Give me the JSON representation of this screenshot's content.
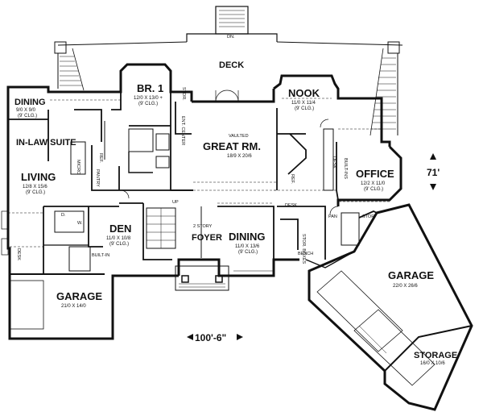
{
  "rooms": {
    "deck": {
      "name": "DECK"
    },
    "dining_inlaw": {
      "name": "DINING",
      "dims": "9/0 X 9/0",
      "clg": "(9' CLG.)"
    },
    "inlaw_suite": {
      "name": "IN-LAW SUITE"
    },
    "living": {
      "name": "LIVING",
      "dims": "12/8 X 15/6",
      "clg": "(9' CLG.)"
    },
    "br1": {
      "name": "BR. 1",
      "dims": "12/0 X 13/0 +",
      "clg": "(9' CLG.)"
    },
    "great_rm": {
      "name": "GREAT RM.",
      "note": "VAULTED",
      "dims": "18/9 X 20/6"
    },
    "nook": {
      "name": "NOOK",
      "dims": "11/0 X 11/4",
      "clg": "(9' CLG.)"
    },
    "office": {
      "name": "OFFICE",
      "dims": "12/2 X 11/0",
      "clg": "(9' CLG.)"
    },
    "den": {
      "name": "DEN",
      "dims": "11/0 X 10/8",
      "clg": "(9' CLG.)"
    },
    "foyer": {
      "name": "FOYER",
      "note": "2 STORY"
    },
    "dining_main": {
      "name": "DINING",
      "dims": "11/0 X 13/6",
      "clg": "(9' CLG.)"
    },
    "garage_small": {
      "name": "GARAGE",
      "dims": "21/0 X 14/0"
    },
    "garage_large": {
      "name": "GARAGE",
      "dims": "22/0 X 26/6"
    },
    "storage": {
      "name": "STORAGE",
      "dims": "16/0 X 10/6"
    }
  },
  "labels": {
    "dn": "DN.",
    "stor": "STOR.",
    "ent_center": "ENT. CENTER",
    "ref1": "REF.",
    "ref2": "REF.",
    "pantry": "PANTRY",
    "micro": "MICRO",
    "up": "UP",
    "desk1": "DESK",
    "desk2": "DESK",
    "desk3": "DESK",
    "w": "W.",
    "d": "D.",
    "built_in1": "BUILT-IN",
    "built_in2": "BUILT-INS",
    "stor2": "STOR.",
    "pan": "PAN",
    "stor_boxes": "STOR. BOXES",
    "bench": "BENCH"
  },
  "dimensions": {
    "width": "100'-6\"",
    "depth": "71'"
  }
}
